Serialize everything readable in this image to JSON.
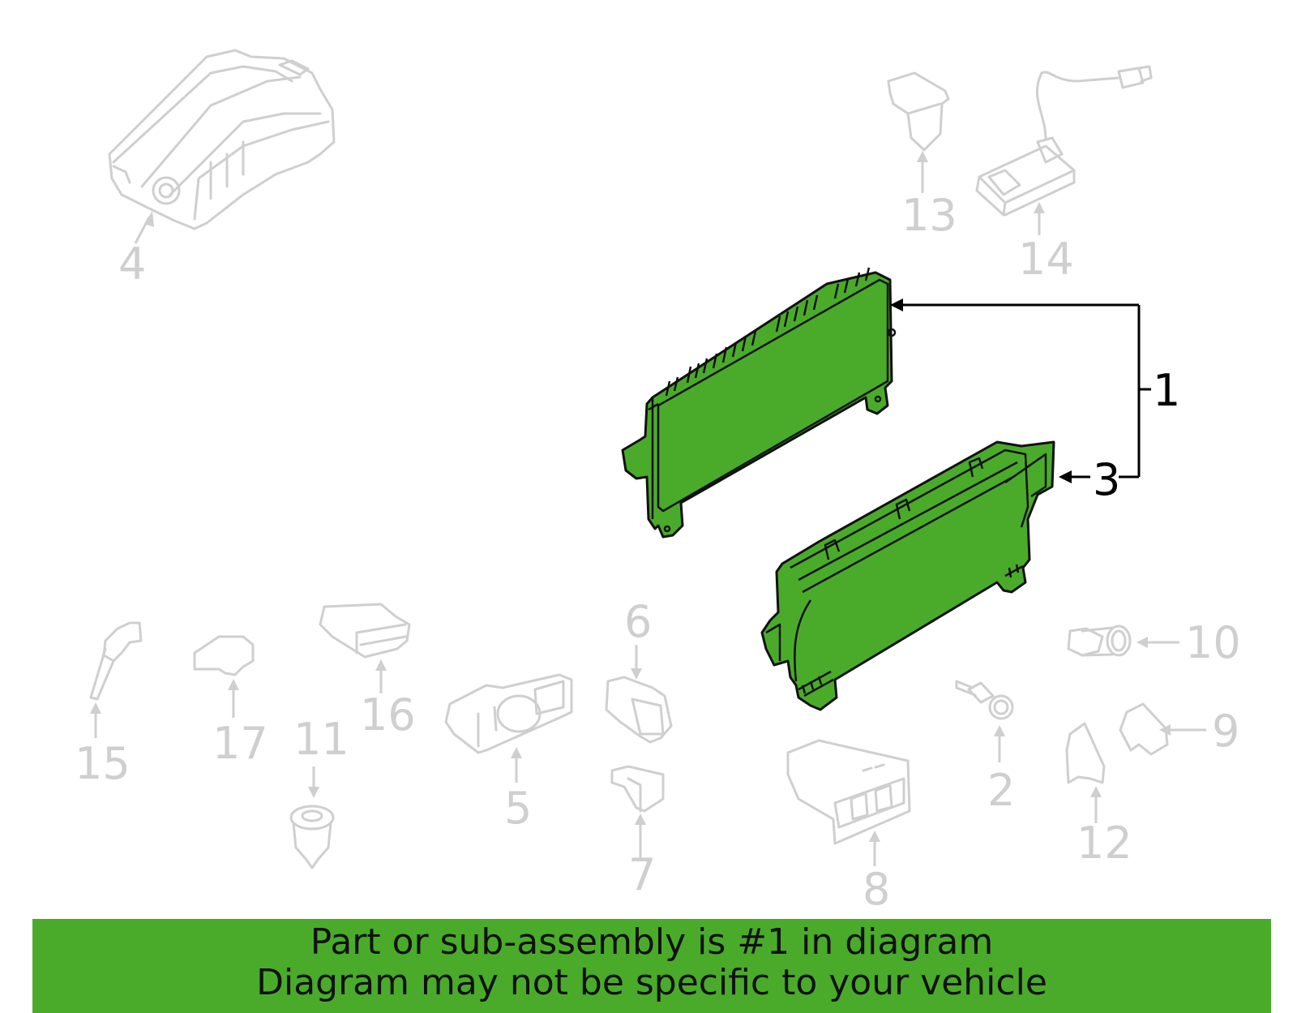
{
  "callouts": {
    "c1": "1",
    "c2": "2",
    "c3": "3",
    "c4": "4",
    "c5": "5",
    "c6": "6",
    "c7": "7",
    "c8": "8",
    "c9": "9",
    "c10": "10",
    "c11": "11",
    "c12": "12",
    "c13": "13",
    "c14": "14",
    "c15": "15",
    "c16": "16",
    "c17": "17"
  },
  "highlighted_callouts": [
    "1",
    "3"
  ],
  "banner": {
    "line1": "Part or sub-assembly is #1 in diagram",
    "line2": "Diagram may not be specific to your vehicle"
  },
  "colors": {
    "highlight_green": "#4aab2b",
    "faded_gray": "#cfcfcf",
    "outline": "#111111"
  }
}
